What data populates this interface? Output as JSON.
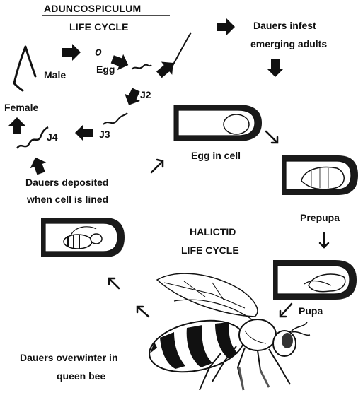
{
  "nematode_cycle": {
    "title_line1": "ADUNCOSPICULUM",
    "title_line2": "LIFE CYCLE",
    "male": "Male",
    "egg": "Egg",
    "j2": "J2",
    "j3": "J3",
    "j4": "J4",
    "female": "Female",
    "dauers_infest_line1": "Dauers infest",
    "dauers_infest_line2": "emerging adults",
    "dauers_deposited_line1": "Dauers deposited",
    "dauers_deposited_line2": "when cell is lined"
  },
  "bee_cycle": {
    "title_line1": "HALICTID",
    "title_line2": "LIFE CYCLE",
    "egg_in_cell": "Egg in cell",
    "prepupa": "Prepupa",
    "pupa": "Pupa",
    "overwinter_line1": "Dauers overwinter in",
    "overwinter_line2": "queen bee"
  }
}
